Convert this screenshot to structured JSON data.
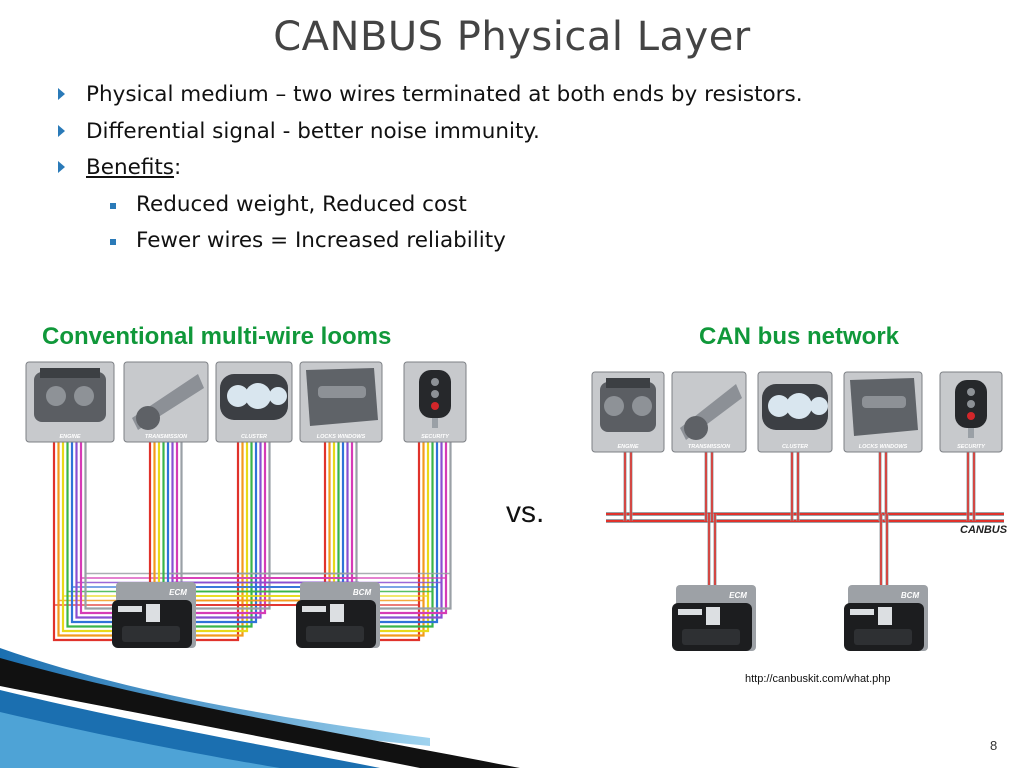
{
  "slide": {
    "title": "CANBUS Physical Layer",
    "page_number": "8",
    "source": "http://canbuskit.com/what.php",
    "vs_label": "vs."
  },
  "bullets": [
    {
      "text": "Physical medium – two wires terminated at both ends by resistors."
    },
    {
      "text": "Differential signal - better noise immunity."
    },
    {
      "text": "Benefits",
      "suffix": ":"
    }
  ],
  "sub_bullets": [
    {
      "text": "Reduced weight, Reduced cost"
    },
    {
      "text": "Fewer wires = Increased reliability"
    }
  ],
  "left_diagram": {
    "heading": "Conventional multi-wire looms",
    "components": [
      "ENGINE",
      "TRANSMISSION",
      "CLUSTER",
      "LOCKS WINDOWS",
      "SECURITY"
    ],
    "controllers": [
      "ECM",
      "BCM"
    ],
    "wire_colors": [
      "#e0322b",
      "#f39a1d",
      "#e8d91a",
      "#39b54a",
      "#2f73d8",
      "#8a4fd1",
      "#d63bb6",
      "#9aa0a6"
    ]
  },
  "right_diagram": {
    "heading": "CAN bus network",
    "components": [
      "ENGINE",
      "TRANSMISSION",
      "CLUSTER",
      "LOCKS WINDOWS",
      "SECURITY"
    ],
    "controllers": [
      "ECM",
      "BCM"
    ],
    "bus_label": "CANBUS",
    "bus_color": "#e0322b"
  },
  "theme": {
    "bullet_color": "#2a7ab8",
    "heading_color": "#10983a",
    "title_color": "#444444"
  },
  "decor": {
    "icons": [
      "engine-icon",
      "transmission-icon",
      "cluster-gauge-icon",
      "door-panel-icon",
      "key-fob-icon",
      "ecm-module-icon",
      "bcm-module-icon"
    ]
  }
}
